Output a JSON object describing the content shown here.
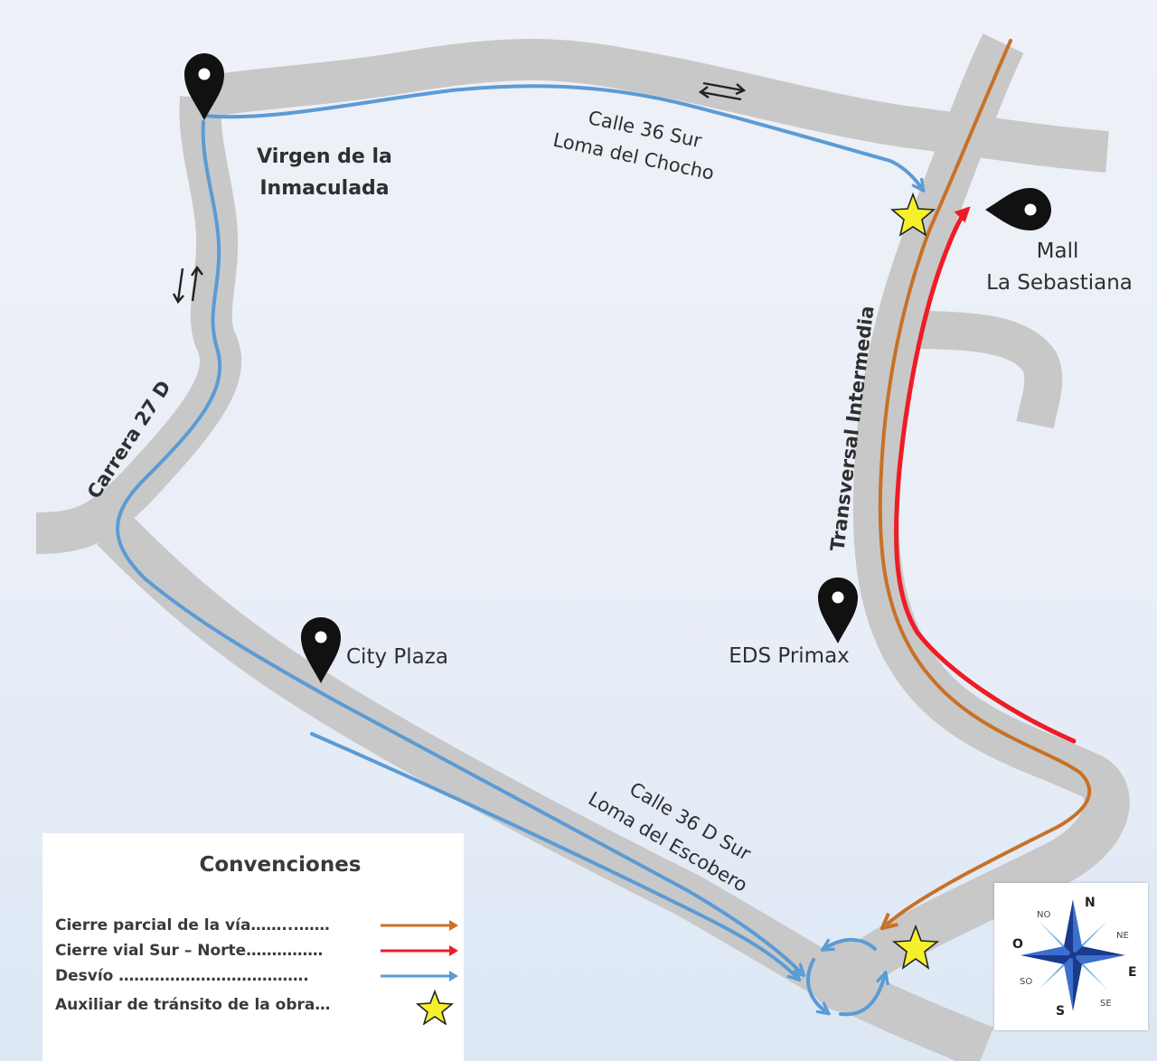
{
  "streets": {
    "calle_36_sur_line1": "Calle 36 Sur",
    "calle_36_sur_line2": "Loma del Chocho",
    "calle_36d_sur_line1": "Calle 36 D Sur",
    "calle_36d_sur_line2": "Loma del Escobero",
    "carrera_27d": "Carrera 27 D",
    "transversal": "Transversal Intermedia"
  },
  "places": {
    "virgen_line1": "Virgen de la",
    "virgen_line2": "Inmaculada",
    "mall_line1": "Mall",
    "mall_line2": "La Sebastiana",
    "city_plaza": "City Plaza",
    "eds_primax": "EDS Primax"
  },
  "legend": {
    "title": "Convenciones",
    "items": [
      {
        "label": "Cierre parcial de la vía……...……",
        "symbol": "orange-arrow-icon",
        "color": "#c87127"
      },
      {
        "label": "Cierre vial Sur – Norte……………",
        "symbol": "red-arrow-icon",
        "color": "#ee1c25"
      },
      {
        "label": "Desvío ……………………………….",
        "symbol": "blue-arrow-icon",
        "color": "#5b9bd5"
      },
      {
        "label": "Auxiliar de tránsito de la obra…",
        "symbol": "yellow-star-icon",
        "color": "#f6f02c"
      }
    ]
  },
  "compass": {
    "n": "N",
    "s": "S",
    "e": "E",
    "o": "O",
    "ne": "NE",
    "no": "NO",
    "se": "SE",
    "so": "SO"
  },
  "colors": {
    "road": "#c8c8c8",
    "detour": "#5b9bd5",
    "partial_closure": "#c87127",
    "full_closure": "#ee1c25",
    "star": "#f6f02c",
    "pin": "#111111"
  }
}
